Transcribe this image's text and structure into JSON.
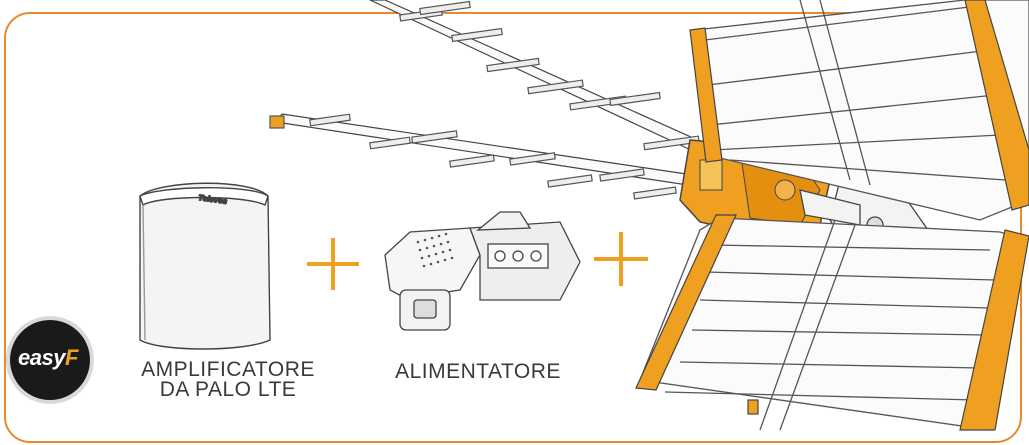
{
  "brand": {
    "logo_text": "easy",
    "logo_accent": "F"
  },
  "products": {
    "amplifier": {
      "label_line1": "AMPLIFICATORE",
      "label_line2": "DA PALO LTE"
    },
    "power_supply": {
      "label": "ALIMENTATORE"
    }
  },
  "colors": {
    "frame": "#e8892a",
    "accent": "#f0a020",
    "antenna_orange": "#f0a020",
    "text": "#3a3a3a"
  },
  "icons": {
    "plus_1": "plus-icon",
    "plus_2": "plus-icon"
  }
}
